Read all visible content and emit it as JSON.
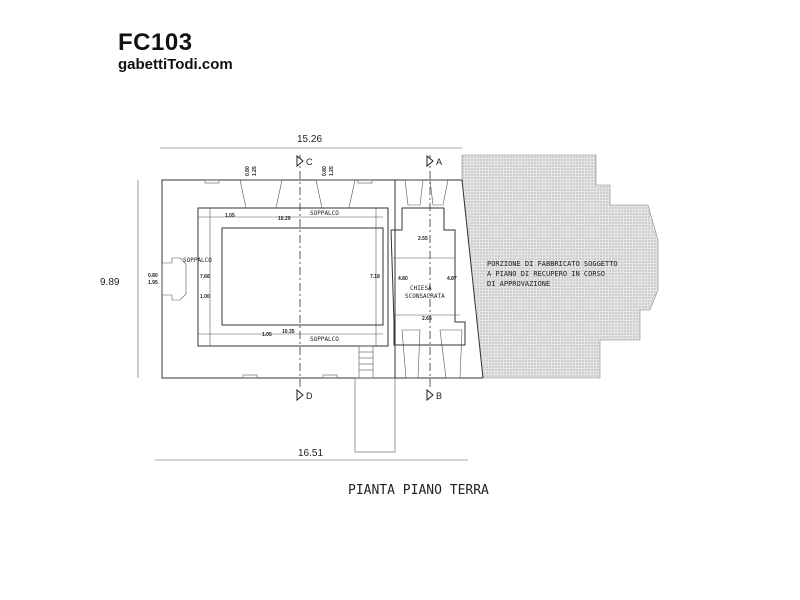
{
  "header": {
    "code": "FC103",
    "site": "gabettiTodi.com"
  },
  "plan": {
    "title": "PIANTA PIANO TERRA",
    "dimensions": {
      "top": "15.26",
      "left": "9.89",
      "bottom": "16.51"
    },
    "sections": [
      "A",
      "B",
      "C",
      "D"
    ],
    "rooms": {
      "soppalco_top": "SOPPALCO",
      "soppalco_left": "SOPPALCO",
      "soppalco_bottom": "SOPPALCO",
      "chiesa_line1": "CHIESA",
      "chiesa_line2": "SCONSACRATA"
    },
    "inner_dims": {
      "top_a": "1.05",
      "top_b": "10.29",
      "left_a": "7.66",
      "left_b": "1.00",
      "right": "7.18",
      "bottom_a": "1.05",
      "bottom_b": "10.35",
      "chiesa_top": "2.55",
      "chiesa_left": "4.80",
      "chiesa_right": "4.87",
      "chiesa_bottom": "2.65",
      "win_left_a": "0.80",
      "win_left_b": "1.95",
      "win_top1_a": "0.80",
      "win_top1_b": "1.25",
      "win_top2_a": "0.80",
      "win_top2_b": "1.25"
    },
    "note": [
      "PORZIONE DI FABBRICATO SOGGETTO",
      "A PIANO DI RECUPERO IN CORSO",
      "DI APPROVAZIONE"
    ],
    "hatch_color": "#d9d9d9"
  }
}
